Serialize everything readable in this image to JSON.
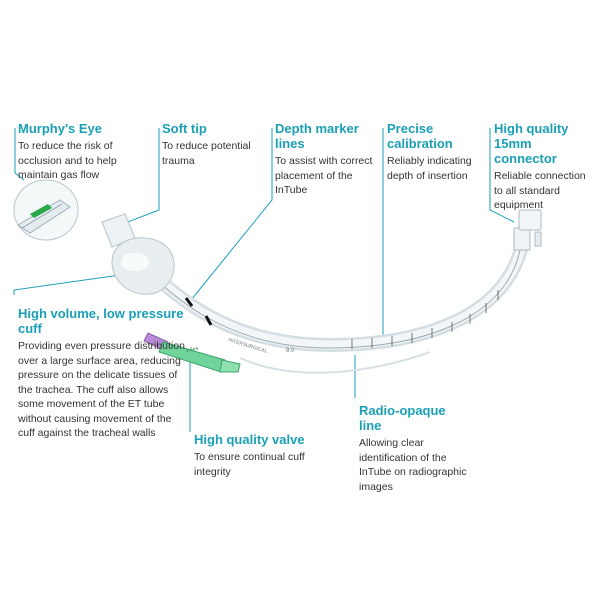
{
  "callouts": {
    "murphys_eye": {
      "title": "Murphy's Eye",
      "desc": "To reduce the risk of occlusion and to help maintain gas flow"
    },
    "soft_tip": {
      "title": "Soft tip",
      "desc": "To reduce potential trauma"
    },
    "depth_marker": {
      "title": "Depth marker lines",
      "desc": "To assist with correct placement of the InTube"
    },
    "precise_calibration": {
      "title": "Precise calibration",
      "desc": "Reliably indicating depth of insertion"
    },
    "connector": {
      "title": "High quality 15mm connector",
      "desc": "Reliable connection to all standard equipment"
    },
    "cuff": {
      "title": "High volume, low pressure cuff",
      "desc": "Providing even pressure distribution over a large surface area, reducing pressure on the delicate tissues of the trachea. The cuff also allows some movement of the ET tube without causing movement of the cuff against the tracheal walls"
    },
    "valve": {
      "title": "High quality valve",
      "desc": "To ensure continual cuff integrity"
    },
    "radio_opaque": {
      "title": "Radio-opaque line",
      "desc": "Allowing clear identification of the InTube on radiographic images"
    }
  },
  "tube_print": {
    "brand": "INTERSURGICAL",
    "size": "8.0",
    "valve_label": "1.5ml"
  },
  "colors": {
    "accent": "#1a9fb5",
    "text": "#333333",
    "valve": "#6fd39a"
  }
}
